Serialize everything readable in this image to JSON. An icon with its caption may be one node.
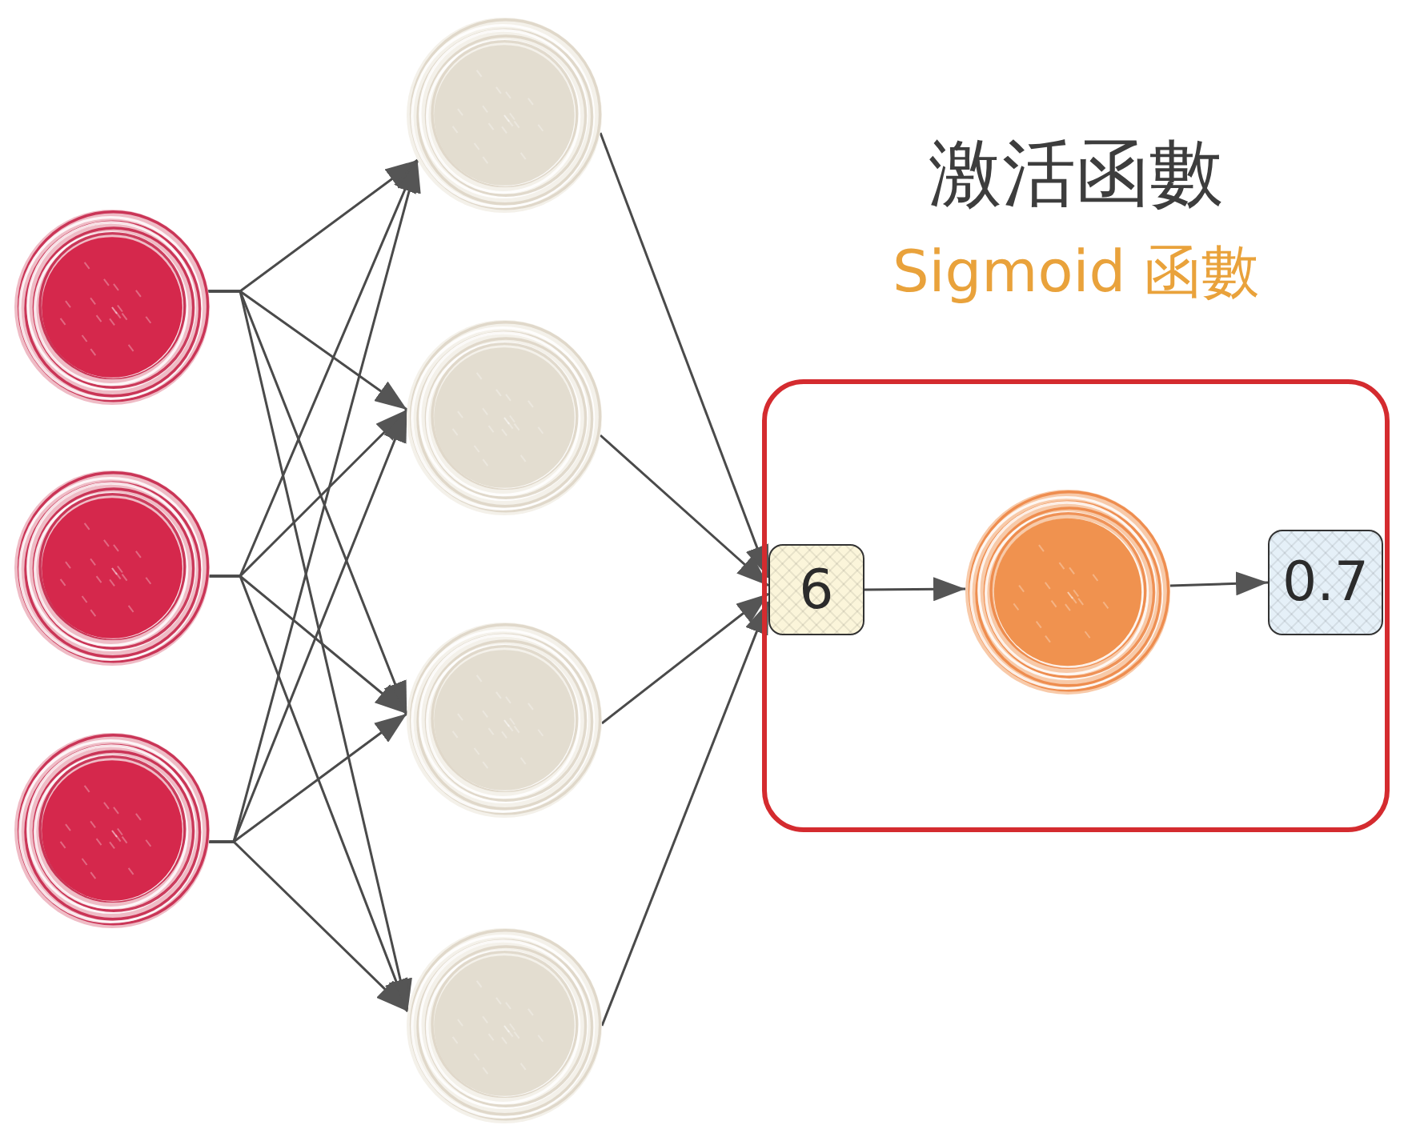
{
  "diagram": {
    "nodes": [
      {
        "text": [],
        "shape": "circle"
      },
      {
        "text": [],
        "shape": "circle"
      },
      {
        "text": [],
        "shape": "circle"
      },
      {
        "text": [],
        "shape": "circle"
      },
      {
        "text": [],
        "shape": "circle"
      },
      {
        "text": [],
        "shape": "circle"
      },
      {
        "text": [],
        "shape": "circle"
      },
      {
        "text": [
          "激活函數",
          "Sigmoid 函數"
        ]
      },
      {
        "text": [
          "6"
        ],
        "in": 7
      },
      {
        "text": [],
        "shape": "circle",
        "in": 7
      },
      {
        "text": [
          "0.7"
        ],
        "in": 7
      }
    ],
    "edges": [
      {
        "from": 0,
        "to": 3,
        "arrow": "to"
      },
      {
        "from": 0,
        "to": 4,
        "arrow": "to"
      },
      {
        "from": 0,
        "to": 5,
        "arrow": "to"
      },
      {
        "from": 0,
        "to": 6,
        "arrow": "to"
      },
      {
        "from": 1,
        "to": 3,
        "arrow": "to"
      },
      {
        "from": 1,
        "to": 4,
        "arrow": "to"
      },
      {
        "from": 1,
        "to": 5,
        "arrow": "to"
      },
      {
        "from": 1,
        "to": 6,
        "arrow": "to"
      },
      {
        "from": 2,
        "to": 3,
        "arrow": "to"
      },
      {
        "from": 2,
        "to": 4,
        "arrow": "to"
      },
      {
        "from": 2,
        "to": 5,
        "arrow": "to"
      },
      {
        "from": 2,
        "to": 6,
        "arrow": "to"
      },
      {
        "from": 3,
        "to": 8,
        "arrow": "to"
      },
      {
        "from": 4,
        "to": 8,
        "arrow": "to"
      },
      {
        "from": 5,
        "to": 8,
        "arrow": "to"
      },
      {
        "from": 6,
        "to": 8,
        "arrow": "to"
      },
      {
        "from": 8,
        "to": 9,
        "arrow": "to"
      },
      {
        "from": 9,
        "to": 10,
        "arrow": "to"
      }
    ]
  }
}
